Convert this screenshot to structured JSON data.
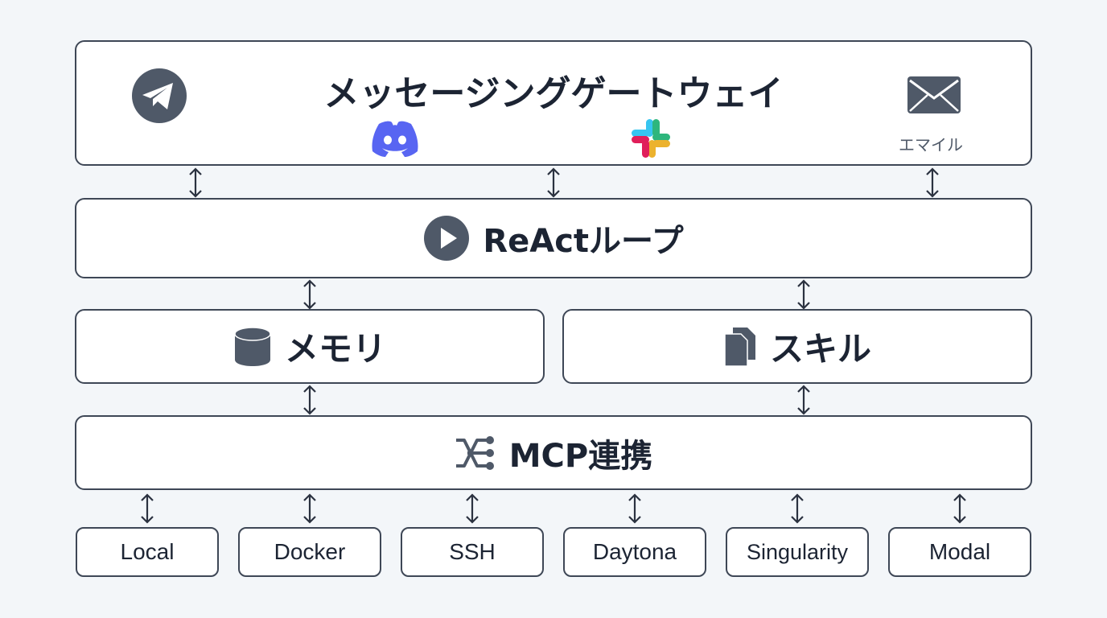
{
  "gateway": {
    "title": "メッセージングゲートウェイ",
    "email_label": "エマイル",
    "icons": [
      "telegram-icon",
      "discord-icon",
      "slack-icon",
      "email-icon"
    ]
  },
  "react_loop": {
    "title": "ReActループ",
    "icon": "play-icon"
  },
  "memory": {
    "title": "メモリ",
    "icon": "database-icon"
  },
  "skills": {
    "title": "スキル",
    "icon": "documents-icon"
  },
  "mcp": {
    "title": "MCP連携",
    "icon": "branch-icon"
  },
  "environments": [
    "Local",
    "Docker",
    "SSH",
    "Daytona",
    "Singularity",
    "Modal"
  ],
  "colors": {
    "border": "#3e4756",
    "icon": "#4f5968",
    "discord": "#5865f2",
    "background": "#f3f6f9"
  }
}
